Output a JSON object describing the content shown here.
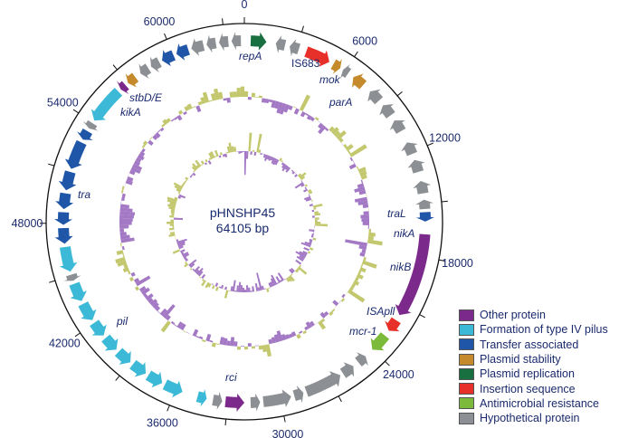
{
  "plasmid": {
    "name": "pHNSHP45",
    "length_label": "64105 bp",
    "total_bp": 64105
  },
  "ticks": {
    "labels": [
      "0",
      "6000",
      "12000",
      "18000",
      "24000",
      "30000",
      "36000",
      "42000",
      "48000",
      "54000",
      "60000"
    ],
    "label_values": [
      0,
      6000,
      12000,
      18000,
      24000,
      30000,
      36000,
      42000,
      48000,
      54000,
      60000
    ],
    "minor_step": 3000
  },
  "colors": {
    "other": "#7b2a8c",
    "pilus": "#3cb9d6",
    "transfer": "#1f56a8",
    "stability": "#c48a2c",
    "replication": "#187040",
    "insertion": "#e8302a",
    "resistance": "#7cba3c",
    "hypothetical": "#8c8f93",
    "skew_pos": "#c3c86e",
    "skew_neg": "#a378c4"
  },
  "legend": [
    {
      "key": "other",
      "label": "Other protein"
    },
    {
      "key": "pilus",
      "label": "Formation of type IV pilus"
    },
    {
      "key": "transfer",
      "label": "Transfer associated"
    },
    {
      "key": "stability",
      "label": "Plasmid stability"
    },
    {
      "key": "replication",
      "label": "Plasmid replication"
    },
    {
      "key": "insertion",
      "label": "Insertion sequence"
    },
    {
      "key": "resistance",
      "label": "Antimicrobial resistance"
    },
    {
      "key": "hypothetical",
      "label": "Hypothetical protein"
    }
  ],
  "gene_labels": [
    "repA",
    "IS683",
    "mok",
    "parA",
    "traL",
    "nikA",
    "nikB",
    "ISApll",
    "mcr-1",
    "rci",
    "pil",
    "tra",
    "kikA",
    "stbD/E"
  ],
  "genes": [
    {
      "s": 360,
      "e": 1250,
      "c": "replication",
      "st": 1
    },
    {
      "s": 1780,
      "e": 2310,
      "c": "hypothetical",
      "st": -1
    },
    {
      "s": 2580,
      "e": 3120,
      "c": "hypothetical",
      "st": -1
    },
    {
      "s": 3560,
      "e": 4990,
      "c": "insertion",
      "st": 1
    },
    {
      "s": 5250,
      "e": 5700,
      "c": "stability",
      "st": 1
    },
    {
      "s": 5880,
      "e": 6230,
      "c": "hypothetical",
      "st": -1
    },
    {
      "s": 6590,
      "e": 7300,
      "c": "stability",
      "st": -1
    },
    {
      "s": 7830,
      "e": 8550,
      "c": "hypothetical",
      "st": -1
    },
    {
      "s": 8900,
      "e": 9610,
      "c": "hypothetical",
      "st": -1
    },
    {
      "s": 9970,
      "e": 10680,
      "c": "hypothetical",
      "st": -1
    },
    {
      "s": 11400,
      "e": 12110,
      "c": "hypothetical",
      "st": -1
    },
    {
      "s": 12470,
      "e": 13180,
      "c": "hypothetical",
      "st": -1
    },
    {
      "s": 13710,
      "e": 14420,
      "c": "hypothetical",
      "st": -1
    },
    {
      "s": 14780,
      "e": 15310,
      "c": "hypothetical",
      "st": -1
    },
    {
      "s": 15490,
      "e": 16020,
      "c": "transfer",
      "st": 1
    },
    {
      "s": 16740,
      "e": 21550,
      "c": "other",
      "st": 1
    },
    {
      "s": 21900,
      "e": 22620,
      "c": "insertion",
      "st": 1
    },
    {
      "s": 22970,
      "e": 24040,
      "c": "resistance",
      "st": 1
    },
    {
      "s": 24570,
      "e": 25100,
      "c": "hypothetical",
      "st": -1
    },
    {
      "s": 25460,
      "e": 26170,
      "c": "hypothetical",
      "st": -1
    },
    {
      "s": 26350,
      "e": 28480,
      "c": "hypothetical",
      "st": -1
    },
    {
      "s": 28660,
      "e": 29200,
      "c": "hypothetical",
      "st": -1
    },
    {
      "s": 29380,
      "e": 30980,
      "c": "hypothetical",
      "st": -1
    },
    {
      "s": 31160,
      "e": 31700,
      "c": "hypothetical",
      "st": -1
    },
    {
      "s": 32050,
      "e": 33120,
      "c": "other",
      "st": -1
    },
    {
      "s": 33300,
      "e": 33830,
      "c": "hypothetical",
      "st": -1
    },
    {
      "s": 34190,
      "e": 34720,
      "c": "pilus",
      "st": -1
    },
    {
      "s": 35610,
      "e": 36680,
      "c": "pilus",
      "st": -1
    },
    {
      "s": 36860,
      "e": 37750,
      "c": "pilus",
      "st": -1
    },
    {
      "s": 37930,
      "e": 38820,
      "c": "pilus",
      "st": -1
    },
    {
      "s": 39000,
      "e": 39890,
      "c": "pilus",
      "st": -1
    },
    {
      "s": 40070,
      "e": 40960,
      "c": "pilus",
      "st": -1
    },
    {
      "s": 41140,
      "e": 42030,
      "c": "pilus",
      "st": -1
    },
    {
      "s": 42210,
      "e": 43270,
      "c": "pilus",
      "st": -1
    },
    {
      "s": 43450,
      "e": 44510,
      "c": "pilus",
      "st": -1
    },
    {
      "s": 44690,
      "e": 45050,
      "c": "hypothetical",
      "st": -1
    },
    {
      "s": 45230,
      "e": 46650,
      "c": "pilus",
      "st": -1
    },
    {
      "s": 46830,
      "e": 47720,
      "c": "transfer",
      "st": -1
    },
    {
      "s": 47900,
      "e": 48610,
      "c": "transfer",
      "st": -1
    },
    {
      "s": 48790,
      "e": 49680,
      "c": "transfer",
      "st": -1
    },
    {
      "s": 49860,
      "e": 50920,
      "c": "transfer",
      "st": -1
    },
    {
      "s": 51100,
      "e": 52700,
      "c": "transfer",
      "st": -1
    },
    {
      "s": 52880,
      "e": 53420,
      "c": "transfer",
      "st": -1
    },
    {
      "s": 53600,
      "e": 53950,
      "c": "hypothetical",
      "st": -1
    },
    {
      "s": 54130,
      "e": 56260,
      "c": "pilus",
      "st": -1
    },
    {
      "s": 56440,
      "e": 56800,
      "c": "other",
      "st": -1
    },
    {
      "s": 56980,
      "e": 57510,
      "c": "stability",
      "st": -1
    },
    {
      "s": 57870,
      "e": 58400,
      "c": "hypothetical",
      "st": -1
    },
    {
      "s": 58580,
      "e": 59110,
      "c": "hypothetical",
      "st": -1
    },
    {
      "s": 59290,
      "e": 60000,
      "c": "transfer",
      "st": -1
    },
    {
      "s": 60180,
      "e": 60890,
      "c": "transfer",
      "st": -1
    },
    {
      "s": 61070,
      "e": 61780,
      "c": "hypothetical",
      "st": -1
    },
    {
      "s": 61960,
      "e": 62490,
      "c": "hypothetical",
      "st": -1
    },
    {
      "s": 62670,
      "e": 63200,
      "c": "hypothetical",
      "st": -1
    },
    {
      "s": 63380,
      "e": 63910,
      "c": "hypothetical",
      "st": -1
    }
  ]
}
